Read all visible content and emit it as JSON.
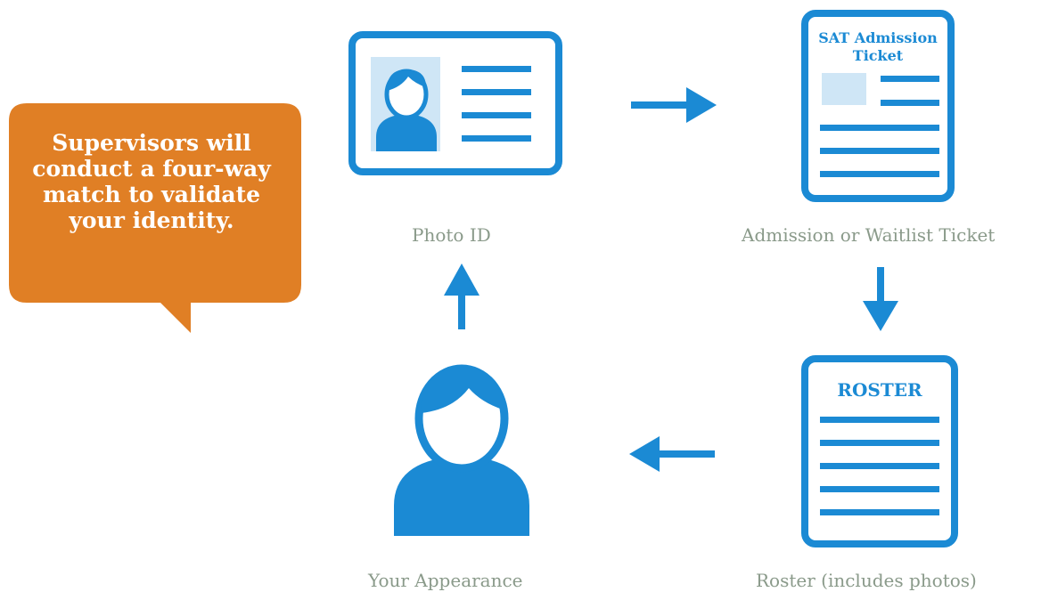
{
  "callout": {
    "text": "Supervisors will conduct a four-way match to validate your identity."
  },
  "labels": {
    "photo_id": "Photo ID",
    "admission": "Admission or Waitlist Ticket",
    "roster": "Roster (includes photos)",
    "appearance": "Your Appearance"
  },
  "ticket": {
    "title_line1": "SAT Admission",
    "title_line2": "Ticket"
  },
  "roster_doc": {
    "title": "ROSTER"
  },
  "colors": {
    "blue": "#1b8ad4",
    "light_blue": "#cfe6f6",
    "orange": "#e07f25",
    "label_gray": "#8a9a8a"
  }
}
